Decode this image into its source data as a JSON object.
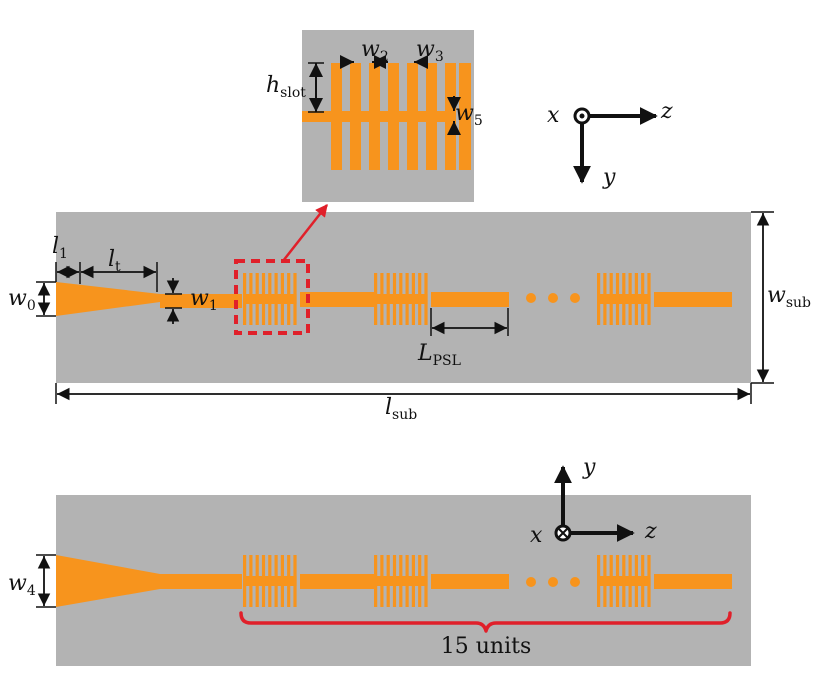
{
  "colors": {
    "substrate": "#b3b3b3",
    "strip": "#f7941d",
    "highlight": "#e0202a",
    "ink": "#111111"
  },
  "inset_labels": {
    "w2_main": "w",
    "w2_sub": "2",
    "w3_main": "w",
    "w3_sub": "3",
    "hslot_main": "h",
    "hslot_sub": "slot",
    "w5_main": "w",
    "w5_sub": "5"
  },
  "top_labels": {
    "l1_main": "l",
    "l1_sub": "1",
    "lt_main": "l",
    "lt_sub": "t",
    "w0_main": "w",
    "w0_sub": "0",
    "w1_main": "w",
    "w1_sub": "1",
    "lpsl_main": "L",
    "lpsl_sub": "PSL",
    "wsub_main": "w",
    "wsub_sub": "sub",
    "lsub_main": "l",
    "lsub_sub": "sub"
  },
  "bottom_labels": {
    "w4_main": "w",
    "w4_sub": "4",
    "units_text": "15 units"
  },
  "axes_top": {
    "x": "x",
    "y": "y",
    "z": "z"
  },
  "axes_bottom": {
    "x": "x",
    "y": "y",
    "z": "z"
  }
}
